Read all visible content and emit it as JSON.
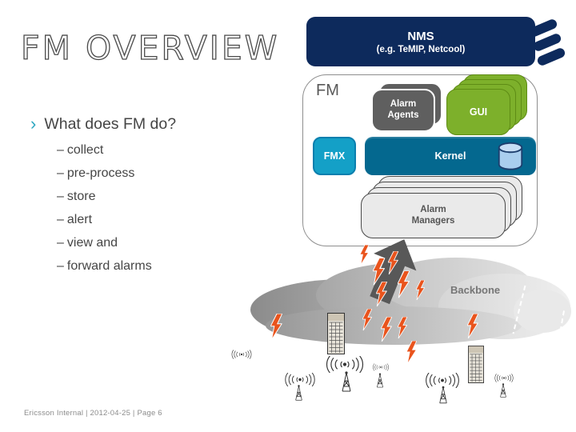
{
  "slide": {
    "title": "FM OVERVIEW",
    "footer": "Ericsson Internal  |  2012-04-25  |  Page 6"
  },
  "bullets": {
    "marker": "›",
    "heading": "What does FM do?",
    "item_marker": "–",
    "items": [
      "collect",
      "pre-process",
      "store",
      "alert",
      "view and",
      "forward alarms"
    ]
  },
  "diagram": {
    "nms_title": "NMS",
    "nms_subtitle": "(e.g. TeMIP, Netcool)",
    "fm_label": "FM",
    "alarm_agents": "Alarm\nAgents",
    "gui": "GUI",
    "fmx": "FMX",
    "kernel": "Kernel",
    "alarm_managers": "Alarm\nManagers",
    "backbone": "Backbone"
  },
  "colors": {
    "navy": "#0d2a5c",
    "fmx_cyan": "#14a0c7",
    "kernel_blue": "#04688f",
    "gui_green": "#7db02b",
    "agents_gray": "#5f5f5f",
    "managers_gray": "#eaeaea",
    "bolt_orange": "#e9541d",
    "bullet_teal": "#2ea7c1"
  }
}
